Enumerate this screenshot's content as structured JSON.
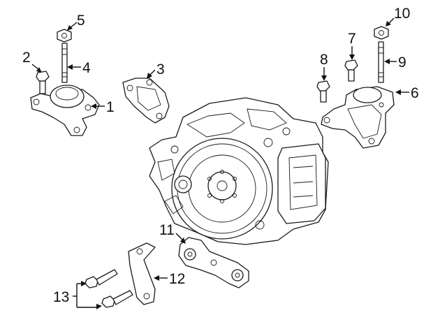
{
  "callouts": [
    {
      "id": "c1",
      "text": "1"
    },
    {
      "id": "c2",
      "text": "2"
    },
    {
      "id": "c3",
      "text": "3"
    },
    {
      "id": "c4",
      "text": "4"
    },
    {
      "id": "c5",
      "text": "5"
    },
    {
      "id": "c6",
      "text": "6"
    },
    {
      "id": "c7",
      "text": "7"
    },
    {
      "id": "c8",
      "text": "8"
    },
    {
      "id": "c9",
      "text": "9"
    },
    {
      "id": "c10",
      "text": "10"
    },
    {
      "id": "c11",
      "text": "11"
    },
    {
      "id": "c12",
      "text": "12"
    },
    {
      "id": "c13",
      "text": "13"
    }
  ],
  "parts": [
    "transmission-mount",
    "bolt",
    "bracket",
    "stud",
    "nut",
    "engine-mount",
    "bolt",
    "bolt",
    "stud",
    "nut",
    "torque-strut",
    "bracket",
    "bolts"
  ]
}
